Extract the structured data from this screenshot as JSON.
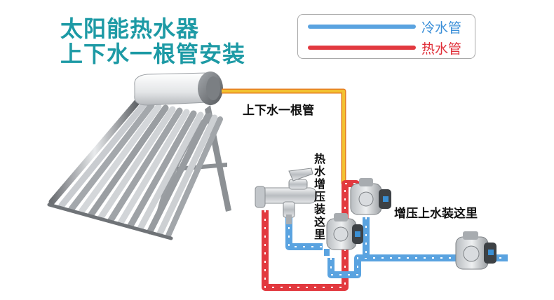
{
  "title": {
    "line1": "太阳能热水器",
    "line2": "上下水一根管安装"
  },
  "legend": {
    "cold_label": "冷水管",
    "hot_label": "热水管",
    "cold_color": "#5aa3e0",
    "hot_color": "#e2393f"
  },
  "labels": {
    "single_pipe": "上下水一根管",
    "hot_pump": "热水增压装这里",
    "cold_pump": "增压上水装这里"
  },
  "colors": {
    "title": "#1d9aa5",
    "shared_pipe": "#f2c230",
    "shared_pipe_edge": "#e67e22"
  },
  "icons": {
    "heater": "solar-water-heater-icon",
    "faucet": "mixing-faucet-icon",
    "pump": "booster-pump-icon"
  }
}
